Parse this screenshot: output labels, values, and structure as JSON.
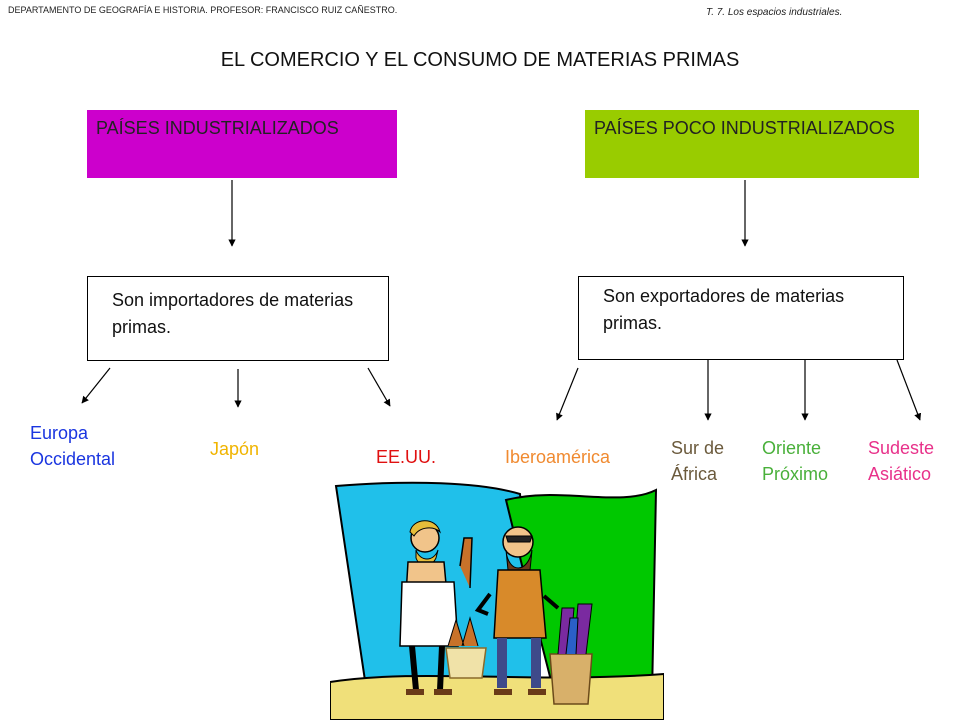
{
  "header": {
    "left": "DEPARTAMENTO DE GEOGRAFÍA E HISTORIA. PROFESOR: FRANCISCO RUIZ CAÑESTRO.",
    "right": "T. 7. Los espacios industriales."
  },
  "title": "EL COMERCIO Y EL CONSUMO DE MATERIAS PRIMAS",
  "left_branch": {
    "category": "PAÍSES INDUSTRIALIZADOS",
    "description": "Son importadores de materias primas.",
    "regions": [
      {
        "line1": "Europa",
        "line2": "Occidental",
        "color": "#1a35e0"
      },
      {
        "line1": "Japón",
        "line2": "",
        "color": "#f0b400"
      },
      {
        "line1": "EE.UU.",
        "line2": "",
        "color": "#e01010"
      }
    ]
  },
  "right_branch": {
    "category": "PAÍSES POCO INDUSTRIALIZADOS",
    "description": "Son exportadores de materias primas.",
    "regions": [
      {
        "line1": "Iberoamérica",
        "line2": "",
        "color": "#f08a30"
      },
      {
        "line1": "Sur de",
        "line2": "África",
        "color": "#6b5a3c"
      },
      {
        "line1": "Oriente",
        "line2": "Próximo",
        "color": "#49b03a"
      },
      {
        "line1": "Sudeste",
        "line2": "Asiático",
        "color": "#e8318a"
      }
    ]
  },
  "colors": {
    "industrialized_box": "#cc00cc",
    "less_industrialized_box": "#99cc00"
  }
}
